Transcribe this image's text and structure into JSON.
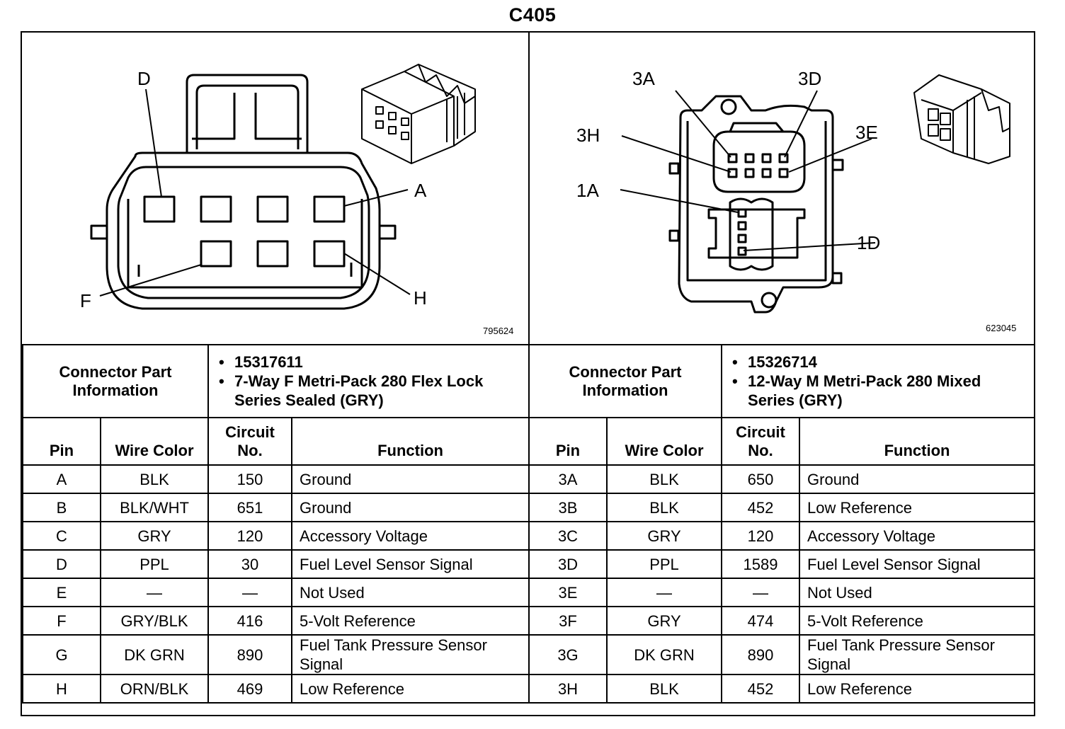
{
  "title": "C405",
  "left": {
    "pin_labels": [
      "D",
      "A",
      "F",
      "H"
    ],
    "part_number_image": "795624",
    "connector_info_label": "Connector Part Information",
    "connector_info": [
      "15317611",
      "7-Way F Metri-Pack 280 Flex Lock Series Sealed (GRY)"
    ],
    "columns": [
      "Pin",
      "Wire Color",
      "Circuit No.",
      "Function"
    ],
    "rows": [
      {
        "pin": "A",
        "color": "BLK",
        "circuit": "150",
        "function": "Ground"
      },
      {
        "pin": "B",
        "color": "BLK/WHT",
        "circuit": "651",
        "function": "Ground"
      },
      {
        "pin": "C",
        "color": "GRY",
        "circuit": "120",
        "function": "Accessory Voltage"
      },
      {
        "pin": "D",
        "color": "PPL",
        "circuit": "30",
        "function": "Fuel Level Sensor Signal"
      },
      {
        "pin": "E",
        "color": "—",
        "circuit": "—",
        "function": "Not Used"
      },
      {
        "pin": "F",
        "color": "GRY/BLK",
        "circuit": "416",
        "function": "5-Volt Reference"
      },
      {
        "pin": "G",
        "color": "DK GRN",
        "circuit": "890",
        "function": "Fuel Tank Pressure Sensor Signal"
      },
      {
        "pin": "H",
        "color": "ORN/BLK",
        "circuit": "469",
        "function": "Low Reference"
      }
    ]
  },
  "right": {
    "pin_labels": [
      "3A",
      "3D",
      "3H",
      "3E",
      "1A",
      "1D"
    ],
    "part_number_image": "623045",
    "connector_info_label": "Connector Part Information",
    "connector_info": [
      "15326714",
      "12-Way M Metri-Pack 280 Mixed Series (GRY)"
    ],
    "columns": [
      "Pin",
      "Wire Color",
      "Circuit No.",
      "Function"
    ],
    "rows": [
      {
        "pin": "3A",
        "color": "BLK",
        "circuit": "650",
        "function": "Ground"
      },
      {
        "pin": "3B",
        "color": "BLK",
        "circuit": "452",
        "function": "Low Reference"
      },
      {
        "pin": "3C",
        "color": "GRY",
        "circuit": "120",
        "function": "Accessory Voltage"
      },
      {
        "pin": "3D",
        "color": "PPL",
        "circuit": "1589",
        "function": "Fuel Level Sensor Signal"
      },
      {
        "pin": "3E",
        "color": "—",
        "circuit": "—",
        "function": "Not Used"
      },
      {
        "pin": "3F",
        "color": "GRY",
        "circuit": "474",
        "function": "5-Volt Reference"
      },
      {
        "pin": "3G",
        "color": "DK GRN",
        "circuit": "890",
        "function": "Fuel Tank Pressure Sensor Signal"
      },
      {
        "pin": "3H",
        "color": "BLK",
        "circuit": "452",
        "function": "Low Reference"
      }
    ]
  }
}
